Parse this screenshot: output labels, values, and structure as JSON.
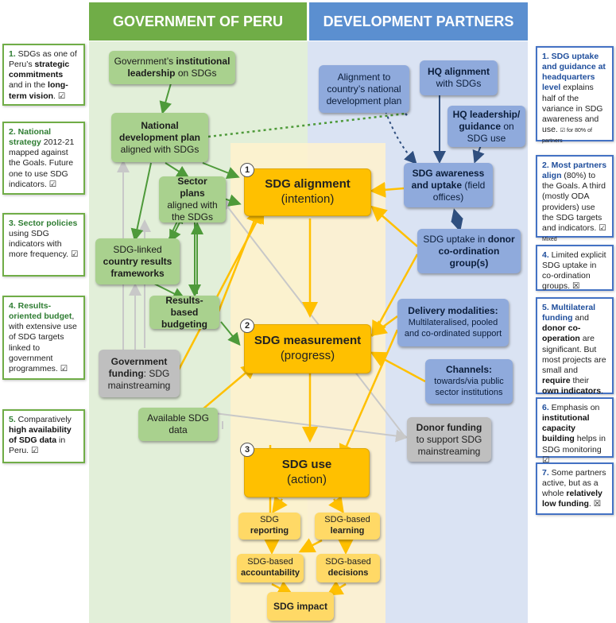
{
  "header": {
    "left": "GOVERNMENT OF PERU",
    "right": "DEVELOPMENT PARTNERS"
  },
  "gov": {
    "leadership": [
      "Government’s ",
      "institutional leadership",
      " on SDGs"
    ],
    "ndp": [
      "National development plan",
      " aligned with SDGs"
    ],
    "sector": [
      "Sector plans",
      " aligned with the SDGs"
    ],
    "crf": [
      "SDG-linked ",
      "country results frameworks"
    ],
    "rbb": "Results-based budgeting",
    "funding": [
      "Government funding",
      ": SDG mainstreaming"
    ],
    "data": "Available SDG data"
  },
  "partners": {
    "alignment_country": "Alignment to country’s national development plan",
    "hq_alignment": [
      "HQ alignment",
      " with SDGs"
    ],
    "hq_leadership": [
      "HQ leadership/ guidance",
      " on SDG use"
    ],
    "awareness": [
      "SDG awareness and uptake",
      " (field offices)"
    ],
    "coordination": [
      "SDG uptake in ",
      "donor co-ordination group(s)"
    ],
    "delivery": [
      "Delivery modalities:",
      " Multilateralised, pooled and co-ordinated support"
    ],
    "channels": [
      "Channels:",
      " towards/via public sector institutions"
    ],
    "donor_funding": [
      "Donor funding",
      " to support SDG mainstreaming"
    ]
  },
  "center": {
    "alignment": {
      "num": "1",
      "title": "SDG alignment",
      "sub": "(intention)"
    },
    "measurement": {
      "num": "2",
      "title": "SDG measurement",
      "sub": "(progress)"
    },
    "use": {
      "num": "3",
      "title": "SDG use",
      "sub": "(action)"
    },
    "reporting": [
      "SDG ",
      "reporting"
    ],
    "learning": [
      "SDG-based ",
      "learning"
    ],
    "accountability": [
      "SDG-based ",
      "accountability"
    ],
    "decisions": [
      "SDG-based ",
      "decisions"
    ],
    "impact": "SDG impact"
  },
  "notes_left": [
    {
      "num": "1.",
      "parts": [
        " SDGs as one of Peru’s ",
        "strategic commitments",
        " and in the ",
        "long-term vision",
        ". ☑"
      ]
    },
    {
      "num": "2. National strategy",
      "parts": [
        " 2012-21 mapped against the Goals. Future one to use SDG indicators. ☑"
      ]
    },
    {
      "num": "3. Sector policies",
      "parts": [
        " using SDG indicators with more frequency. ☑"
      ]
    },
    {
      "num": "4. Results-oriented budget",
      "parts": [
        ", with extensive use of SDG targets linked to government programmes. ☑"
      ]
    },
    {
      "num": "5.",
      "parts": [
        " Comparatively ",
        "high availability of SDG data",
        " in Peru. ☑"
      ]
    }
  ],
  "notes_right": [
    {
      "num": "1. SDG uptake and guidance at headquarters level",
      "parts": [
        " explains half of the variance in SDG awareness and use."
      ],
      "small": "☑ for 80% of partners"
    },
    {
      "num": "2. Most partners align",
      "parts": [
        " (80%) to the Goals. A third (mostly ODA providers) use the SDG targets and indicators. ☑"
      ],
      "small": "Mixed"
    },
    {
      "num": "4.",
      "parts": [
        " Limited explicit SDG uptake in co-ordination groups. ☒"
      ]
    },
    {
      "num": "5. Multilateral funding",
      "parts": [
        " and ",
        "donor co-operation",
        " are significant. But most projects are small and ",
        "require",
        " their ",
        "own indicators",
        ". ☒"
      ]
    },
    {
      "num": "6.",
      "parts": [
        " Emphasis on ",
        "institutional capacity building",
        " helps in SDG monitoring ☑"
      ]
    },
    {
      "num": "7.",
      "parts": [
        " Some partners active, but as a whole ",
        "relatively low funding",
        ". ☒"
      ]
    }
  ],
  "colors": {
    "gov_header": "#70ad47",
    "dp_header": "#4f81bd",
    "gov_zone": "#e2efd9",
    "dp_zone": "#dae3f3",
    "center_zone": "#fff2cc"
  }
}
